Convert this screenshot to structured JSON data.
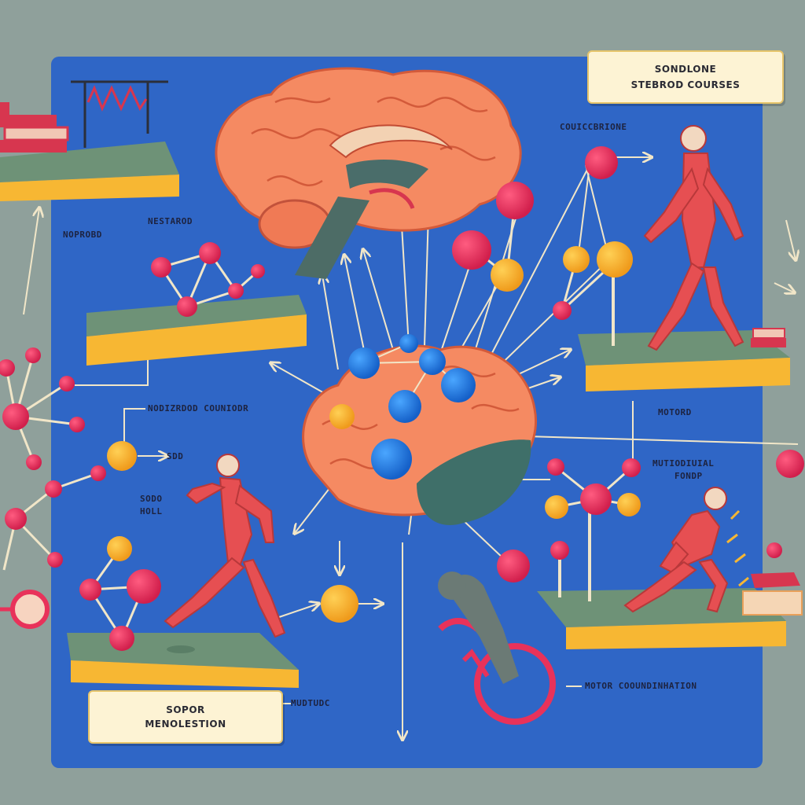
{
  "panels": {
    "top_right": {
      "line1": "SONDLONE",
      "line2": "STEBROD COURSES"
    },
    "bottom_left": {
      "line1": "SOPOR",
      "line2": "MENOLESTION"
    }
  },
  "labels": {
    "coun": "COUICCBRIONE",
    "noprobd": "NOPROBD",
    "nestarod": "NESTAROD",
    "nodiz": "NODIZRDOD COUNIODR",
    "sdd": "SDD",
    "sodo": "SODO",
    "holl": "HOLL",
    "motorod": "MOTORD",
    "multi1": "MUTIODIUIAL",
    "multi2": "FONDP",
    "mudtudc": "MUDTUDC",
    "motor_coord": "MOTOR COOUNDINHATION"
  },
  "colors": {
    "background": "#8fa09b",
    "board": "#2f66c6",
    "brain": "#f58a62",
    "node_pink": "#e8325a",
    "node_orange": "#f5a623",
    "node_blue": "#1e7fe0",
    "platform_top": "#6e9277",
    "platform_side": "#f7b733",
    "muscle": "#e64f52",
    "thread": "#f1e6c8"
  },
  "icons": [
    "brain-icon",
    "muscle-figure-icon",
    "cyclist-icon",
    "books-icon",
    "spring-icon"
  ]
}
